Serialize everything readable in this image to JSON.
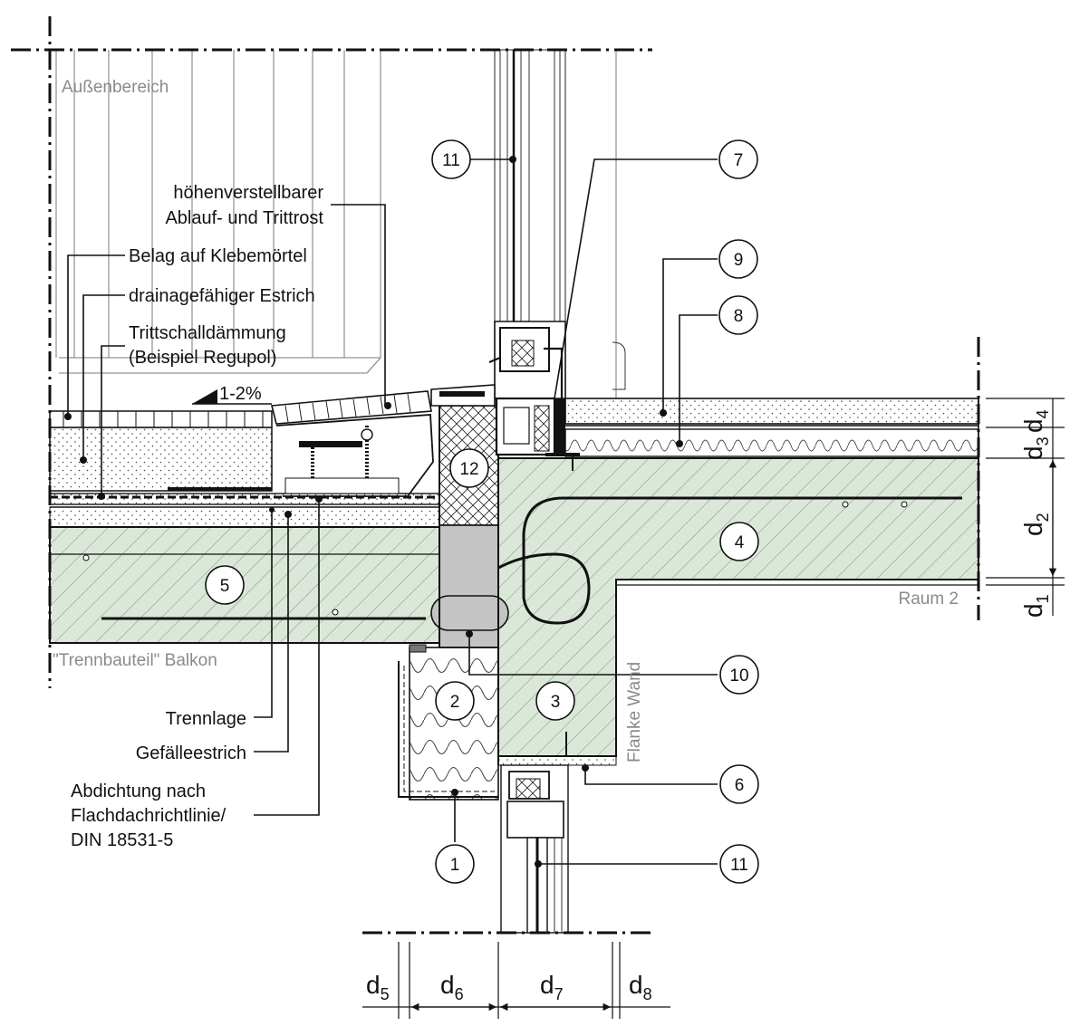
{
  "regions": {
    "aussenbereich": "Außenbereich",
    "raum2": "Raum 2",
    "trennbauteil": "\"Trennbauteil\" Balkon",
    "flanke": "Flanke Wand"
  },
  "labels": {
    "rost_line1": "höhenverstellbarer",
    "rost_line2": "Ablauf- und Trittrost",
    "belag": "Belag auf Klebemörtel",
    "estrich": "drainagefähiger Estrich",
    "tritt_line1": "Trittschalldämmung",
    "tritt_line2": "(Beispiel Regupol)",
    "gefaelle_pct": "1-2%",
    "trennlage": "Trennlage",
    "gefaelleestrich": "Gefälleestrich",
    "abdichtung_line1": "Abdichtung nach",
    "abdichtung_line2": "Flachdachrichtlinie/",
    "abdichtung_line3": "DIN 18531-5"
  },
  "callouts": {
    "c1": "1",
    "c2": "2",
    "c3": "3",
    "c4": "4",
    "c5": "5",
    "c6": "6",
    "c7": "7",
    "c8": "8",
    "c9": "9",
    "c10": "10",
    "c11_top": "11",
    "c11_bottom": "11",
    "c12": "12"
  },
  "dimensions": {
    "d1": {
      "base": "d",
      "sub": "1"
    },
    "d2": {
      "base": "d",
      "sub": "2"
    },
    "d3": {
      "base": "d",
      "sub": "3"
    },
    "d4": {
      "base": "d",
      "sub": "4"
    },
    "d5": {
      "base": "d",
      "sub": "5"
    },
    "d6": {
      "base": "d",
      "sub": "6"
    },
    "d7": {
      "base": "d",
      "sub": "7"
    },
    "d8": {
      "base": "d",
      "sub": "8"
    }
  },
  "colors": {
    "concrete": "#dbe8d9",
    "insulation_grey": "#c4c4c4",
    "line": "#111111"
  }
}
